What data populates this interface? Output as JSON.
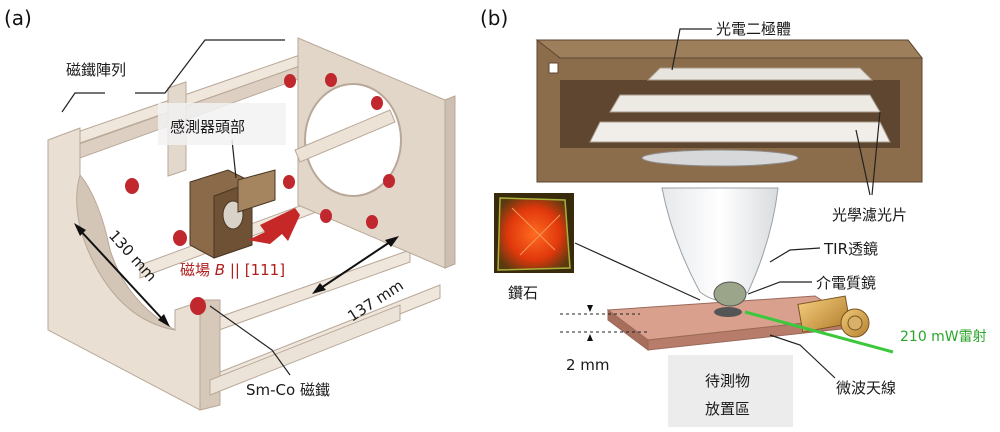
{
  "panel_a": {
    "tag": "(a)",
    "magnet_array_label": "磁鐵陣列",
    "sensor_head_label": "感測器頭部",
    "field_label_prefix": "磁場 ",
    "field_label_symbol": "B",
    "field_label_suffix": " || [111]",
    "dim_width_label": "130 mm",
    "dim_depth_label": "137 mm",
    "smco_label": "Sm-Co 磁鐵"
  },
  "panel_b": {
    "tag": "(b)",
    "photodiode_label": "光電二極體",
    "optical_filter_label": "光學濾光片",
    "tir_lens_label": "TIR透鏡",
    "dielectric_mirror_label": "介電質鏡",
    "diamond_label": "鑽石",
    "laser_label": "210 mW雷射",
    "thickness_label": "2 mm",
    "sample_area_line1": "待測物",
    "sample_area_line2": "放置區",
    "antenna_label": "微波天線"
  },
  "colors": {
    "frame_face": "#e8dcd0",
    "frame_edge": "#c9b8a8",
    "magnet_red": "#c0282e",
    "housing_brown": "#8a6a48",
    "laser_green": "#3cc83c",
    "field_arrow": "#c62828",
    "sample_box": "#ececec"
  }
}
